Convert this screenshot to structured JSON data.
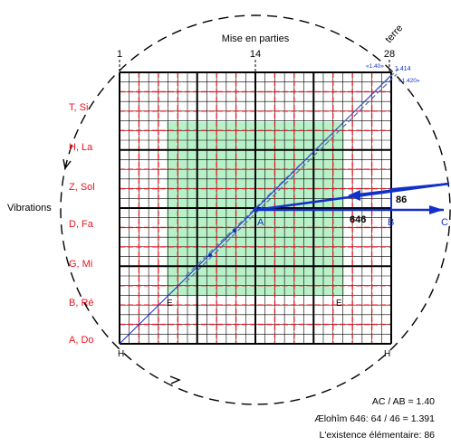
{
  "header": {
    "title": "Mise en parties",
    "scale_start": "1",
    "scale_mid": "14",
    "scale_end": "28"
  },
  "side_label": "Vibrations",
  "diagonal_label": "terre",
  "notes_labels": [
    "T, Si",
    "H, La",
    "Z, Sol",
    "D, Fa",
    "G, Mi",
    "B, Ré",
    "A, Do"
  ],
  "diag_values": {
    "v1": "«1.40»",
    "v2": "1.414",
    "v3": "«1.420»"
  },
  "points": {
    "A": "A",
    "B": "B",
    "C": "C",
    "E_left": "E",
    "E_right": "E",
    "H_left": "H",
    "H_right": "H"
  },
  "measures": {
    "ab": "646",
    "bc_height": "86"
  },
  "footer": {
    "line1": "AC / AB = 1.40",
    "line2": "Ælohîm 646:  64 / 46 = 1.391",
    "line3": "L'existence élémentaire:  86"
  },
  "colors": {
    "note_red": "#e8141e",
    "vector_blue": "#1030c8",
    "green_fill": "#b8f0c8",
    "grid_black": "#000000",
    "grid_red": "#e8141e"
  }
}
